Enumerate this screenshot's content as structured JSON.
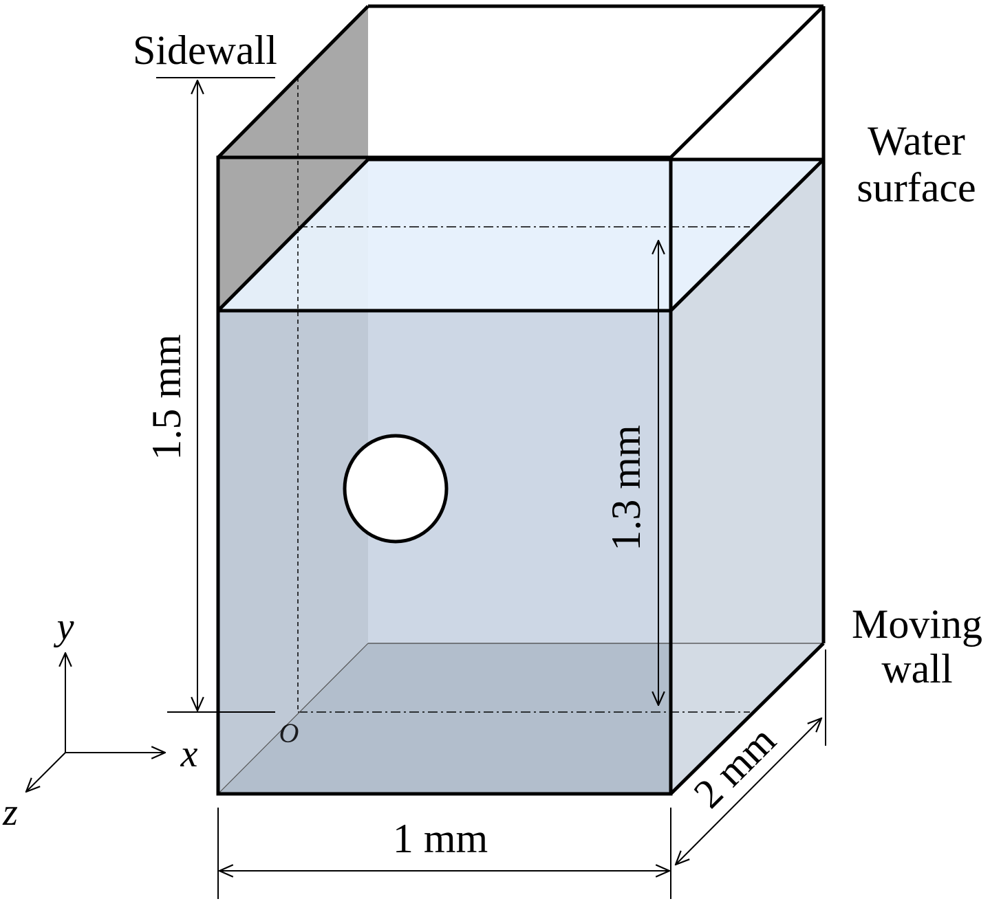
{
  "labels": {
    "sidewall": "Sidewall",
    "water_line1": "Water",
    "water_line2": "surface",
    "moving_line1": "Moving",
    "moving_line2": "wall"
  },
  "dimensions": {
    "total_height": "1.5 mm",
    "water_depth": "1.3 mm",
    "width": "1 mm",
    "depth": "2 mm"
  },
  "axes": {
    "x": "x",
    "y": "y",
    "z": "z",
    "origin": "O"
  },
  "colors": {
    "water_front": "#b9c3d1",
    "water_right": "#d3dbe4",
    "water_top": "#e8f2fc",
    "water_back": "#e2ecf9",
    "sidewall_gray": "#a8a8a8",
    "bottom": "#a7b3c2",
    "outline": "#000000"
  }
}
